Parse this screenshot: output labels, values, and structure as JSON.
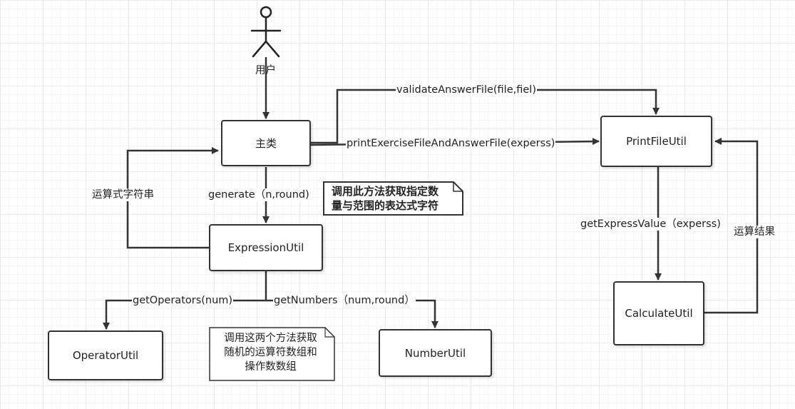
{
  "actor": {
    "label": "用户"
  },
  "boxes": {
    "main": "主类",
    "expression": "ExpressionUtil",
    "operator": "OperatorUtil",
    "number": "NumberUtil",
    "print": "PrintFileUtil",
    "calculate": "CalculateUtil"
  },
  "edges": {
    "validate": "validateAnswerFile(file,fiel)",
    "print_exercise": "printExerciseFileAndAnswerFile(experss)",
    "generate": "generate（n,round)",
    "expr_string": "运算式字符串",
    "get_operators": "getOperators(num)",
    "get_numbers": "getNumbers（num,round）",
    "get_express_value": "getExpressValue（experss)",
    "calc_result": "运算结果"
  },
  "notes": {
    "generate_note": "调用此方法获取指定数\n量与范围的表达式字符",
    "random_note": "调用这两个方法获取\n随机的运算符数组和\n操作数数组"
  }
}
